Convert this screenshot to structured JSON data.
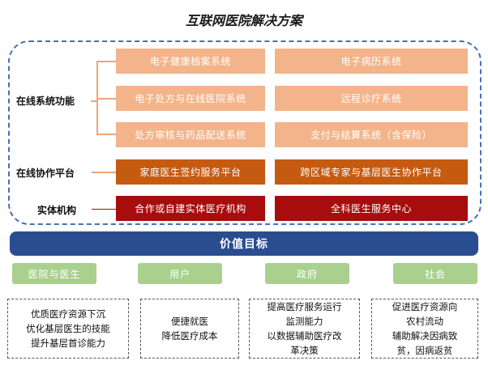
{
  "title": "互联网医院解决方案",
  "online_functions": {
    "label": "在线系统功能",
    "left": [
      "电子健康档案系统",
      "电子处方与在线医院系统",
      "处方审核与药品配送系统"
    ],
    "right": [
      "电子病历系统",
      "远程诊疗系统",
      "支付与结算系统（含保险）"
    ]
  },
  "collab_platform": {
    "label": "在线协作平台",
    "left": "家庭医生签约服务平台",
    "right": "跨区域专家与基层医生协作平台"
  },
  "physical": {
    "label": "实体机构",
    "left": "合作或自建实体医疗机构",
    "right": "全科医生服务中心"
  },
  "value_target": "价值目标",
  "stakeholders": [
    "医院与医生",
    "用户",
    "政府",
    "社会"
  ],
  "notes": [
    [
      "优质医疗资源下沉",
      "优化基层医生的技能",
      "提升基层首诊能力"
    ],
    [
      "便捷就医",
      "降低医疗成本"
    ],
    [
      "提高医疗服务运行",
      "监测能力",
      "以数据辅助医疗改",
      "革决策"
    ],
    [
      "促进医疗资源向",
      "农村流动",
      "辅助解决因病致",
      "贫，因病返贫"
    ]
  ],
  "colors": {
    "frame": "#4a6fb3",
    "light_orange": "#f3b48b",
    "dark_orange": "#c55a11",
    "dark_red": "#a70d0d",
    "navy": "#2a4d8f",
    "green": "#a9d08e"
  }
}
